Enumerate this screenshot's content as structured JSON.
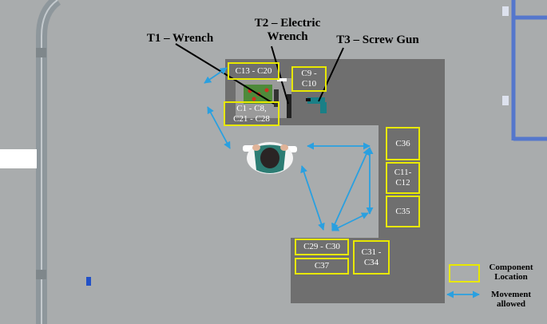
{
  "tools": {
    "t1": "T1 – Wrench",
    "t2": "T2 – Electric\nWrench",
    "t3": "T3 – Screw Gun"
  },
  "components": {
    "c13_c20": "C13 - C20",
    "c9_c10": "C9 -\nC10",
    "c1_c8": "C1 - C8,\nC21 - C28",
    "c36": "C36",
    "c11_c12": "C11-\nC12",
    "c35": "C35",
    "c29_c30": "C29 - C30",
    "c37": "C37",
    "c31_c34": "C31 -\nC34"
  },
  "legend": {
    "component_location": "Component\nLocation",
    "movement_allowed": "Movement\nallowed"
  },
  "colors": {
    "floor": "#a9acad",
    "workstation": "#6f6f6f",
    "component_box": "#e8e800",
    "movement_arrow": "#2aa0e0",
    "wall_stripe": "#5577cc"
  }
}
